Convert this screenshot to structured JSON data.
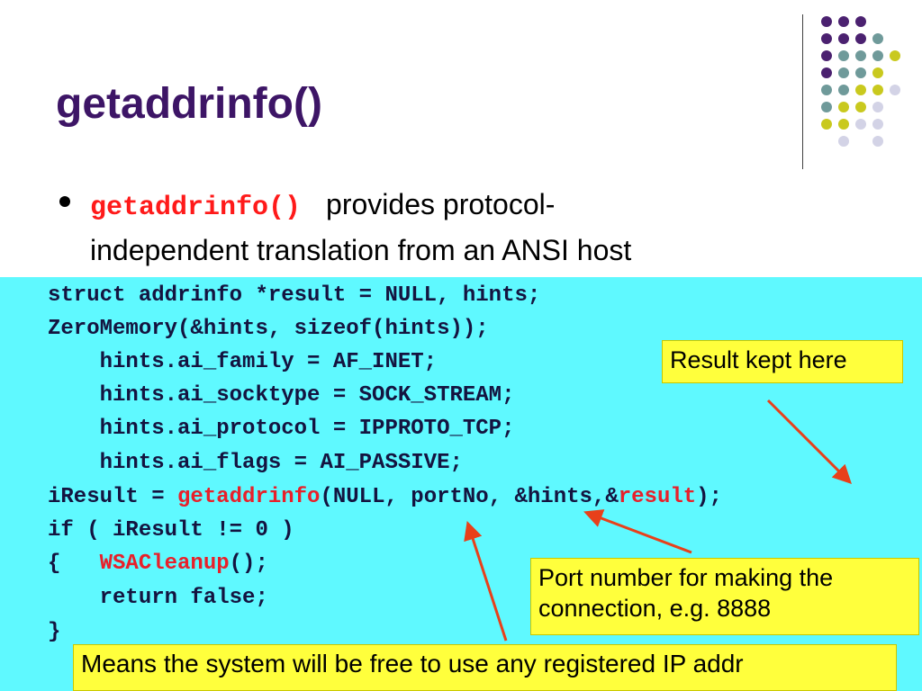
{
  "slide": {
    "title": "getaddrinfo()",
    "bullet_function": "getaddrinfo()",
    "bullet_text_line1": "provides protocol-",
    "bullet_text_line2": "independent translation from an ANSI host"
  },
  "code": {
    "line1": "struct addrinfo *result = NULL, hints;",
    "line2": "ZeroMemory(&hints, sizeof(hints));",
    "line3": "    hints.ai_family = AF_INET;",
    "line4": "    hints.ai_socktype = SOCK_STREAM;",
    "line5": "    hints.ai_protocol = IPPROTO_TCP;",
    "line6": "    hints.ai_flags = AI_PASSIVE;",
    "line7_a": "iResult = ",
    "line7_fn": "getaddrinfo",
    "line7_b": "(NULL, portNo, &hints,&",
    "line7_result": "result",
    "line7_c": ");",
    "line8": "if ( iResult != 0 )",
    "line9_a": "{   ",
    "line9_fn": "WSACleanup",
    "line9_b": "();",
    "line10": "    return false;",
    "line11": "}"
  },
  "notes": {
    "result": "Result kept here",
    "port_line1": "Port number for making the",
    "port_line2": "connection, e.g. 8888",
    "null": "Means the system will be free to use any registered IP addr"
  },
  "colors": {
    "title": "#3d1566",
    "code_background": "#5ff9ff",
    "note_background": "#ffff3c",
    "highlight": "#e8202a",
    "arrow": "#e8401a"
  }
}
